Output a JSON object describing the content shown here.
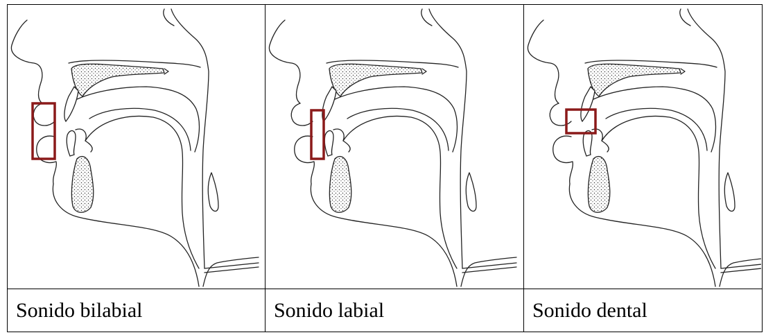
{
  "colors": {
    "marker": "#8b1a1a",
    "line": "#222222",
    "border": "#000000"
  },
  "panels": [
    {
      "caption": "Sonido bilabial",
      "highlight": "lips"
    },
    {
      "caption": "Sonido labial",
      "highlight": "lower-lip"
    },
    {
      "caption": "Sonido dental",
      "highlight": "teeth"
    }
  ]
}
